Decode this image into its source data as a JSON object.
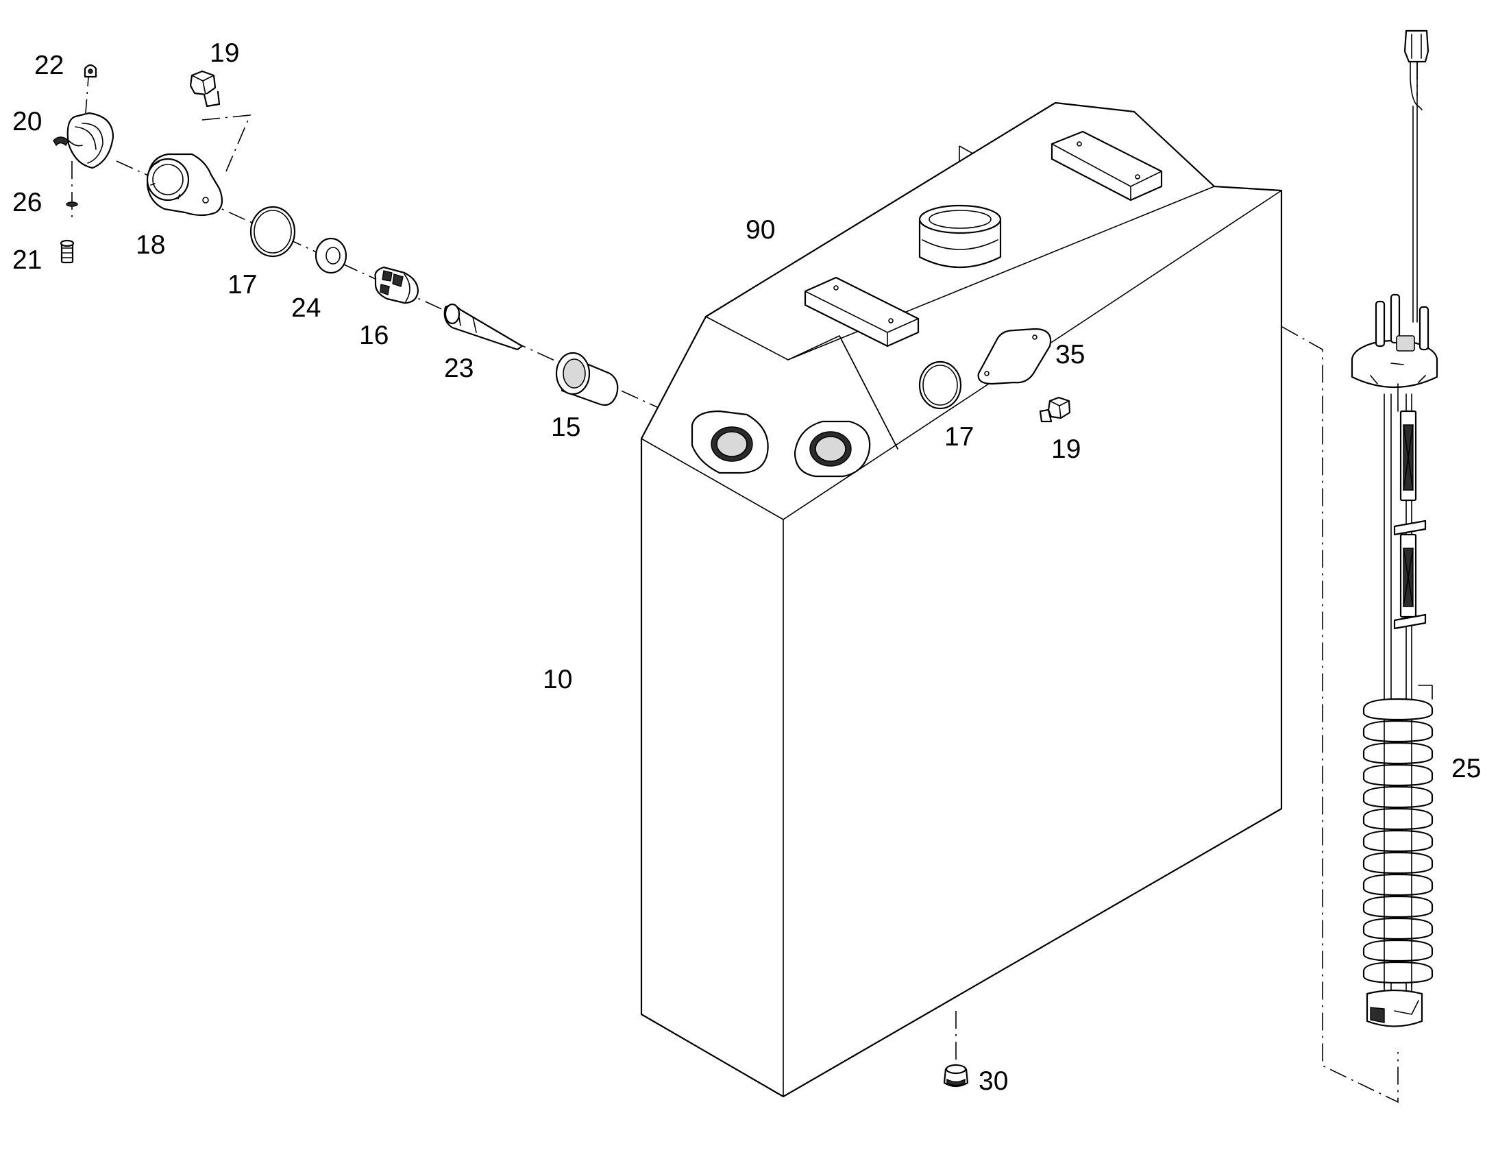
{
  "callouts": {
    "c10": "10",
    "c15": "15",
    "c16": "16",
    "c17a": "17",
    "c17b": "17",
    "c18": "18",
    "c19a": "19",
    "c19b": "19",
    "c20": "20",
    "c21": "21",
    "c22": "22",
    "c23": "23",
    "c24": "24",
    "c25": "25",
    "c26": "26",
    "c30": "30",
    "c35": "35",
    "c90": "90"
  },
  "colors": {
    "line": "#000000",
    "background": "#ffffff"
  }
}
